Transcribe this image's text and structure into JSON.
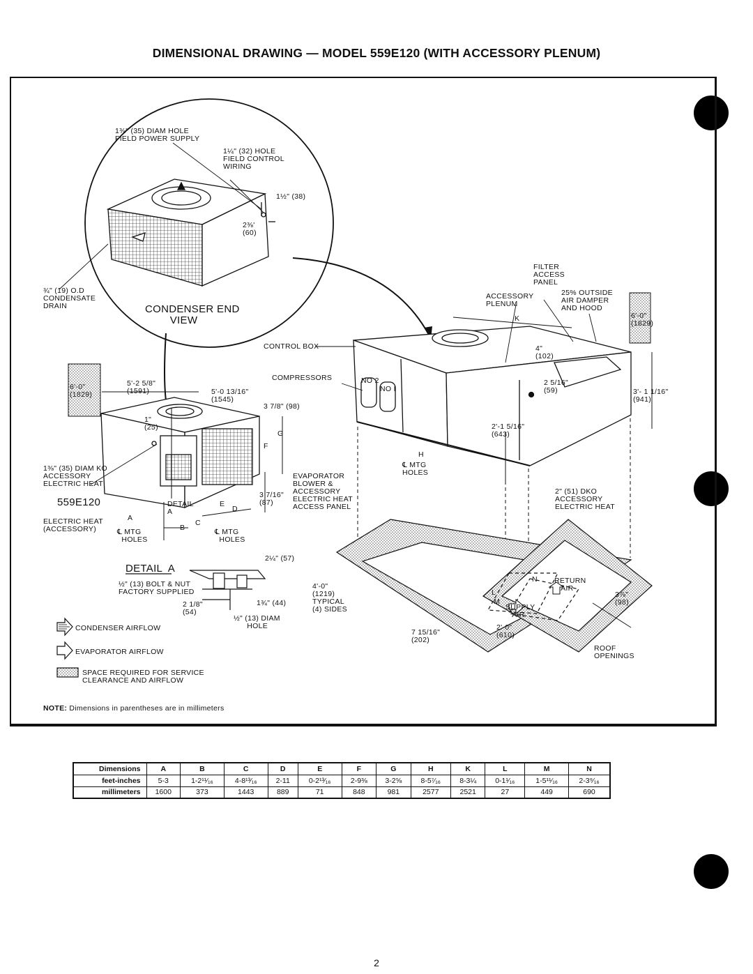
{
  "title": "DIMENSIONAL DRAWING — MODEL 559E120 (WITH ACCESSORY PLENUM)",
  "labels": {
    "power_hole": "1⅜\" (35) DIAM HOLE\nFIELD POWER SUPPLY",
    "control_hole": "1¼\" (32) HOLE\nFIELD CONTROL\nWIRING",
    "dim_38": "1½\" (38)",
    "dim_60": "2⅜'\n(60)",
    "drain": "¾\" (19) O.D\nCONDENSATE\nDRAIN",
    "condenser_end": "CONDENSER END\n        VIEW",
    "filter_panel": "FILTER\nACCESS\nPANEL",
    "acc_plenum": "ACCESSORY\nPLENUM",
    "outside_damper": "25% OUTSIDE\nAIR DAMPER\nAND HOOD",
    "k": "K",
    "control_box": "CONTROL BOX",
    "compressors": "COMPRESSORS",
    "no2": "NO 2",
    "no1": "NO I",
    "dim_4in": "4\"\n(102)",
    "dim_59": "2 5/16\"\n(59)",
    "dim_941": "3'- 1 1/16\"\n(941)",
    "dim_643": "2'-1 5/16\"\n(643)",
    "h": "H",
    "mtg_holes_r": "℄ MTG\nHOLES",
    "evap_blower": "EVAPORATOR\nBLOWER &\nACCESSORY\nELECTRIC HEAT\nACCESS PANEL",
    "dko": "2\" (51) DKO\nACCESSORY\nELECTRIC HEAT",
    "clear_6_l": "6'-0\"\n(1829)",
    "clear_6_r": "6'-0\"\n(1829)",
    "dim_1591": "5'-2 5/8\"\n(1591)",
    "dim_1545": "5'-0 13/16\"\n(1545)",
    "dim_98": "3 7/8\" (98)",
    "dim_25": "1\"\n(25)",
    "g": "G",
    "f": "F",
    "ko": "1⅜\" (35) DIAM KO\nACCESSORY\nELECTRIC HEAT",
    "model": "559E120",
    "detail_a_lbl": "DETAIL\nA",
    "e": "E",
    "d": "D",
    "c": "C",
    "b": "B",
    "a": "A",
    "dim_87": "3 7/16\"\n(87)",
    "elec_heat_acc": "ELECTRIC HEAT\n(ACCESSORY)",
    "mtg_holes_l": "℄ MTG\n  HOLES",
    "mtg_holes_m": "℄ MTG\n  HOLES",
    "detail_a": "DETAIL  A",
    "dim_57": "2¼\" (57)",
    "bolt": "½\" (13) BOLT & NUT\nFACTORY SUPPLIED",
    "dim_54": "2 1/8\"\n(54)",
    "dim_44": "1¾\" (44)",
    "dim_13": "½\" (13) DIAM\n      HOLE",
    "typical": "4'-0\"\n(1219)\nTYPICAL\n(4) SIDES",
    "dim_202": "7 15/16\"\n(202)",
    "l": "L",
    "m": "M",
    "n": "N",
    "return_air": "RETURN\n   AIR",
    "supply_air": "SUPPLY\n   AIR",
    "dim_610": "2'-0\"\n(610)",
    "dim_98b": "3⅞\"\n(98)",
    "roof_openings": "ROOF\nOPENINGS",
    "legend_condenser": "CONDENSER AIRFLOW",
    "legend_evaporator": "EVAPORATOR AIRFLOW",
    "legend_space": "SPACE REQUIRED FOR SERVICE\nCLEARANCE AND AIRFLOW",
    "note_head": "NOTE:",
    "note_text": " Dimensions in parentheses are in millimeters"
  },
  "table": {
    "headers": [
      "Dimensions",
      "A",
      "B",
      "C",
      "D",
      "E",
      "F",
      "G",
      "H",
      "K",
      "L",
      "M",
      "N"
    ],
    "rows": [
      [
        "feet-inches",
        "5-3",
        "1-2¹¹⁄₁₆",
        "4-8¹³⁄₁₆",
        "2-11",
        "0-2¹³⁄₁₆",
        "2-9⅜",
        "3-2⅝",
        "8-5⁷⁄₁₆",
        "8-3¼",
        "0-1¹⁄₁₆",
        "1-5¹¹⁄₁₆",
        "2-3⁹⁄₁₆"
      ],
      [
        "millimeters",
        "1600",
        "373",
        "1443",
        "889",
        "71",
        "848",
        "981",
        "2577",
        "2521",
        "27",
        "449",
        "690"
      ]
    ]
  },
  "page_number": "2"
}
